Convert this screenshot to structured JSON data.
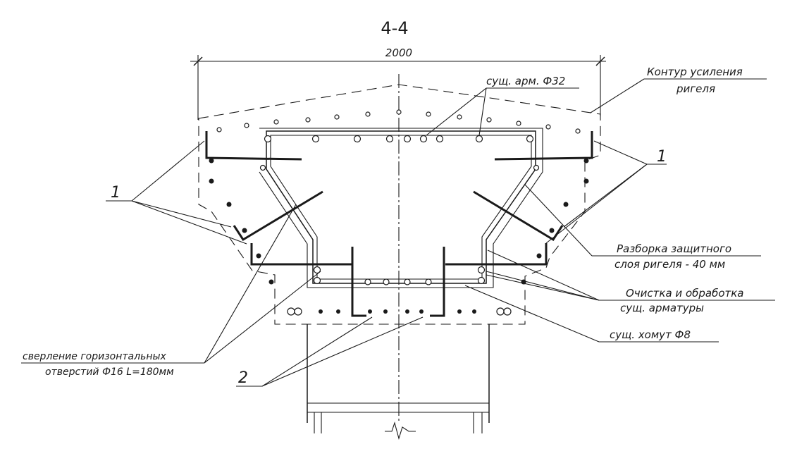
{
  "section_title": "4-4",
  "dimension": "2000",
  "labels": {
    "existing_rebar": "сущ. арм. Ф32",
    "contour_line1": "Контур усиления",
    "contour_line2": "ригеля",
    "callout_1_left": "1",
    "callout_1_right": "1",
    "dismantle_line1": "Разборка защитного",
    "dismantle_line2": "слоя ригеля - 40 мм",
    "cleaning_line1": "Очистка и обработка",
    "cleaning_line2": "сущ. арматуры",
    "stirrup": "сущ. хомут Ф8",
    "drilling_line1": "сверление горизонтальных",
    "drilling_line2": "отверстий Ф16 L=180мм",
    "callout_2": "2"
  },
  "colors": {
    "ink": "#1a1a1a",
    "paper": "#ffffff"
  }
}
